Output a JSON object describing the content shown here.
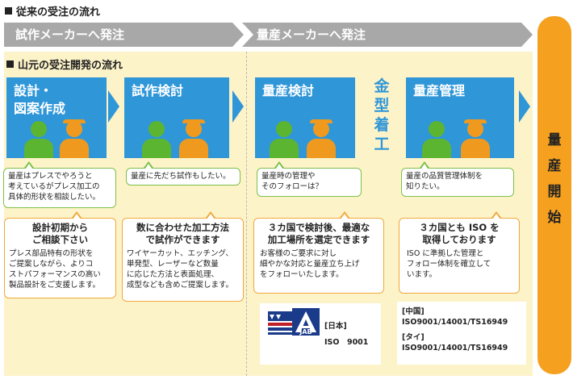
{
  "headings": {
    "conventional": "従来の受注の流れ",
    "yamamoto": "山元の受注開発の流れ"
  },
  "bands": {
    "prototype": "試作メーカーへ発注",
    "mass": "量産メーカーへ発注"
  },
  "steps": [
    {
      "title": "設計・\n図案作成"
    },
    {
      "title": "試作検討"
    },
    {
      "title": "量産検討"
    },
    {
      "title": "量産管理"
    }
  ],
  "mold_start": [
    "金",
    "型",
    "着",
    "工"
  ],
  "mass_start": [
    "量",
    "産",
    "開",
    "始"
  ],
  "bubbles": [
    "量産はプレスでやろうと\n考えているがプレス加工の\n具体的形状を相談したい。",
    "量産に先だち試作もしたい。",
    "量産時の管理や\nそのフォローは？",
    "量産の品質管理体制を\n知りたい。"
  ],
  "answers": [
    {
      "title": "設計初期から\nご相談下さい",
      "body": "プレス部品特有の形状を\nご提案しながら、よりコ\nストパフォーマンスの高い\n製品設計をご支援します。"
    },
    {
      "title": "数に合わせた加工方法\nで試作ができます",
      "body": "ワイヤーカット、エッチング、\n単発型、レーザーなど数量\nに応じた方法と表面処理、\n成型なども含めご提案します。"
    },
    {
      "title": "３カ国で検討後、最適な\n加工場所を選定できます",
      "body": "お客様のご要求に対し\n細やかな対応と量産立ち上げ\nをフォローいたします。"
    },
    {
      "title": "３カ国とも ISO を\n取得しております",
      "body": "ISO に準拠した管理と\nフォロー体制を確立して\nいます。"
    }
  ],
  "cert_japan": {
    "label": "[日本]",
    "value": "ISO　9001",
    "logo_text": "JAB"
  },
  "cert_china": {
    "label": "[中国]",
    "value": "ISO9001/14001/TS16949"
  },
  "cert_thai": {
    "label": "[タイ]",
    "value": "ISO9001/14001/TS16949"
  },
  "colors": {
    "step_blue": "#2f96d8",
    "band_grey": "#a8a8a8",
    "panel_yellow": "#fdf3c9",
    "bubble_green": "#7cc04a",
    "answer_orange": "#f0a93c",
    "pill_orange": "#f5a01e",
    "person_green": "#5cb531",
    "person_orange": "#ef9a1f"
  }
}
